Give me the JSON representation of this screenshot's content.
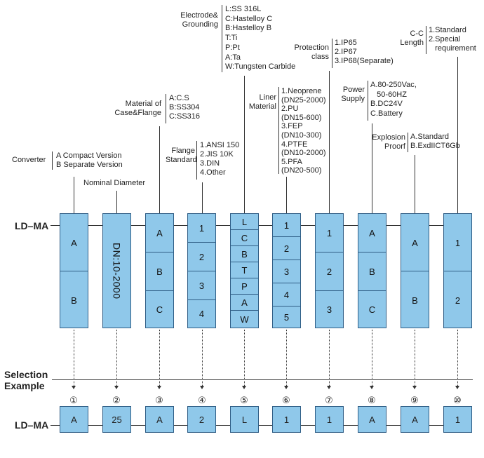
{
  "model_code": "LD–MA",
  "selection_example_label_line1": "Selection",
  "selection_example_label_line2": "Example",
  "labels": {
    "converter": "Converter",
    "nominal_diameter": "Nominal Diameter",
    "material_case_1": "Material of",
    "material_case_2": "Case&Flange",
    "flange_1": "Flange",
    "flange_2": "Standard",
    "electrode_1": "Electrode&",
    "electrode_2": "Grounding",
    "liner_1": "Liner",
    "liner_2": "Material",
    "protection_1": "Protection",
    "protection_2": "class",
    "power_1": "Power",
    "power_2": "Supply",
    "explosion_1": "Explosion",
    "explosion_2": "Proorf",
    "cc_1": "C-C",
    "cc_2": "Length"
  },
  "options": {
    "converter": [
      "A Compact Version",
      "B Separate Version"
    ],
    "material_case": [
      "A:C.S",
      "B:SS304",
      "C:SS316"
    ],
    "flange": [
      "1.ANSI 150",
      "2.JIS 10K",
      "3.DIN",
      "4.Other"
    ],
    "electrode": [
      "L:SS 316L",
      "C:Hastelloy C",
      "B:Hastelloy B",
      "T:Ti",
      "P:Pt",
      "A:Ta",
      "W:Tungsten Carbide"
    ],
    "liner": [
      "1.Neoprene",
      "(DN25-2000)",
      "2.PU",
      "(DN15-600)",
      "3.FEP",
      "(DN10-300)",
      "4.PTFE",
      "(DN10-2000)",
      "5.PFA",
      "(DN20-500)"
    ],
    "protection": [
      "1.IP65",
      "2.IP67",
      "3.IP68(Separate)"
    ],
    "power": [
      "A.80-250Vac,",
      "   50-60HZ",
      "B.DC24V",
      "C.Battery"
    ],
    "explosion": [
      "A.Standard",
      "B.ExdIICT6Gb"
    ],
    "cc": [
      "1.Standard",
      "2.Special",
      "   requirement"
    ]
  },
  "columns": {
    "c1": [
      "A",
      "B"
    ],
    "c2": [
      "DN:10-2000"
    ],
    "c3": [
      "A",
      "B",
      "C"
    ],
    "c4": [
      "1",
      "2",
      "3",
      "4"
    ],
    "c5": [
      "L",
      "C",
      "B",
      "T",
      "P",
      "A",
      "W"
    ],
    "c6": [
      "1",
      "2",
      "3",
      "4",
      "5"
    ],
    "c7": [
      "1",
      "2",
      "3"
    ],
    "c8": [
      "A",
      "B",
      "C"
    ],
    "c9": [
      "A",
      "B"
    ],
    "c10": [
      "1",
      "2"
    ]
  },
  "circled_numbers": [
    "①",
    "②",
    "③",
    "④",
    "⑤",
    "⑥",
    "⑦",
    "⑧",
    "⑨",
    "⑩"
  ],
  "example_values": [
    "A",
    "25",
    "A",
    "2",
    "L",
    "1",
    "1",
    "A",
    "A",
    "1"
  ]
}
